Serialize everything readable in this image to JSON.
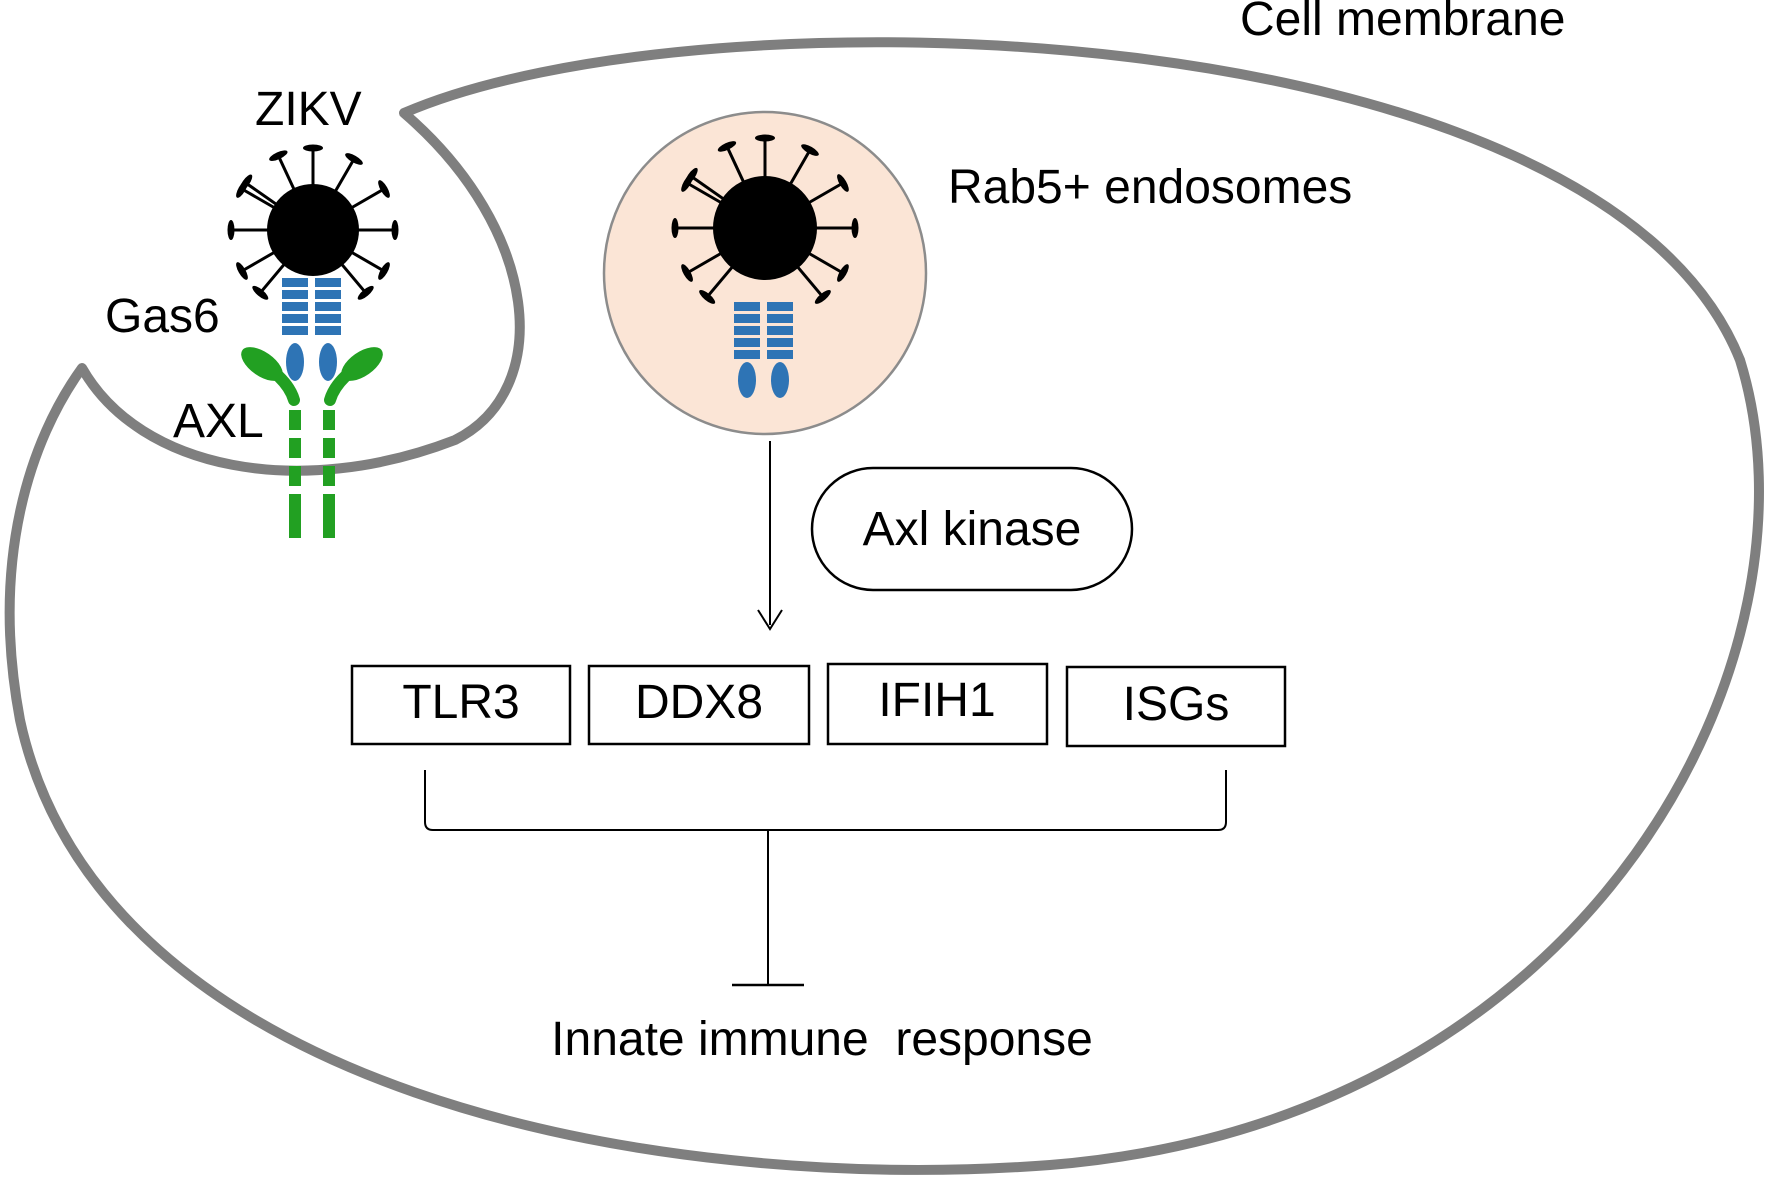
{
  "labels": {
    "cell_membrane": "Cell membrane",
    "zikv": "ZIKV",
    "gas6": "Gas6",
    "axl": "AXL",
    "endosome": "Rab5+ endosomes",
    "axl_kinase": "Axl kinase",
    "innate_response": "Innate immune  response"
  },
  "genes": [
    {
      "label": "TLR3"
    },
    {
      "label": "DDX8"
    },
    {
      "label": "IFIH1"
    },
    {
      "label": "ISGs"
    }
  ],
  "colors": {
    "membrane": "#7f7f7f",
    "virus": "#000000",
    "gas6": "#2e74b5",
    "axl": "#22a022",
    "endosome_fill": "#fbe5d6",
    "endosome_stroke": "#8c8c8c"
  }
}
